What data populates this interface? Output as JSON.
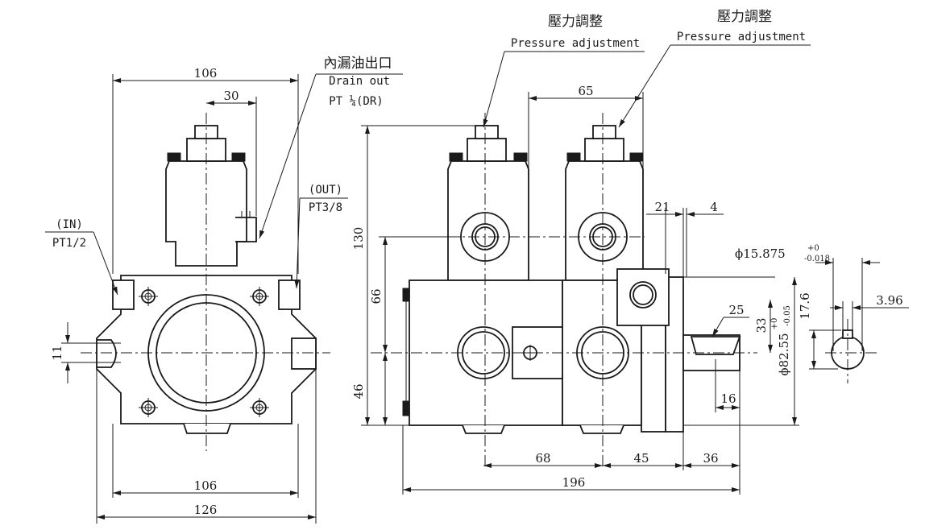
{
  "callouts": {
    "pressure_adj_1_zh": "壓力調整",
    "pressure_adj_1_en": "Pressure adjustment",
    "pressure_adj_2_zh": "壓力調整",
    "pressure_adj_2_en": "Pressure adjustment",
    "drain_zh": "內漏油出口",
    "drain_en": "Drain out",
    "drain_thread": "PT ¼(DR)",
    "out_label": "(OUT)",
    "out_thread": "PT3/8",
    "in_label": "(IN)",
    "in_thread": "PT1/2"
  },
  "dimensions": {
    "front_top_width": "106",
    "front_port_offset": "30",
    "front_hole_height": "11",
    "front_bottom_width": "106",
    "front_overall_width": "126",
    "side_valve_spacing": "65",
    "side_overall_height": "130",
    "side_port_height": "66",
    "side_lower_height": "46",
    "side_flange": "21",
    "side_pilot": "4",
    "shaft_dia": "ϕ15.875",
    "shaft_tol_upper": "+0",
    "shaft_tol_lower": "-0.018",
    "key_height": "17.6",
    "key_width": "3.96",
    "shaft_len_25": "25",
    "pilot_33": "33",
    "pilot_dia": "ϕ82.55",
    "pilot_tol_upper": "+0",
    "pilot_tol_lower": "-0.05",
    "shaft_16": "16",
    "base_68": "68",
    "base_45": "45",
    "base_36": "36",
    "overall_length": "196"
  }
}
